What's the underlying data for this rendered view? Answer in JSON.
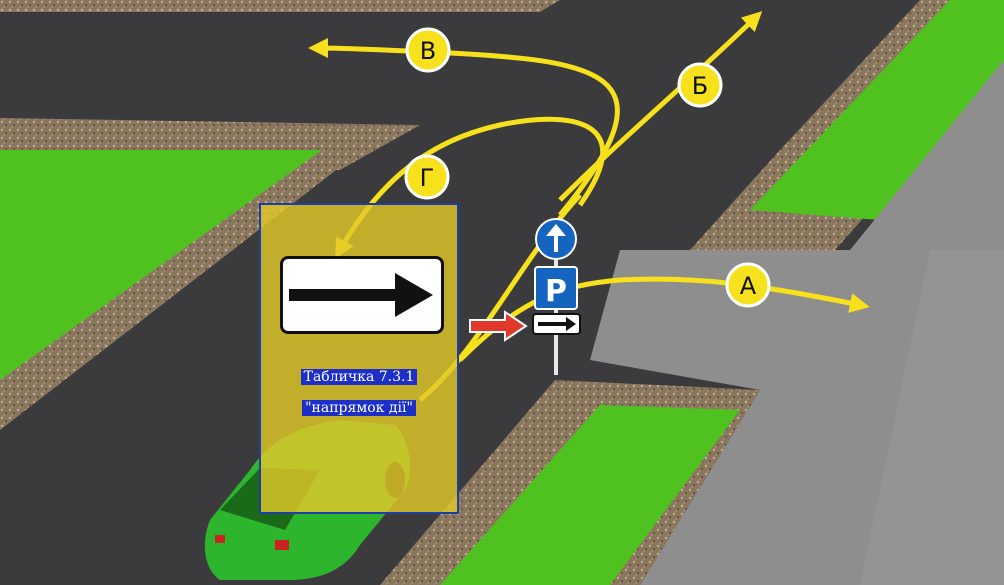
{
  "routes": [
    {
      "id": "A",
      "label": "А"
    },
    {
      "id": "B",
      "label": "Б"
    },
    {
      "id": "V",
      "label": "В"
    },
    {
      "id": "G",
      "label": "Г"
    }
  ],
  "panel": {
    "caption_line1": "Табличка 7.3.1",
    "caption_line2": "\"напрямок дії\""
  },
  "signs": {
    "top_sign": "straight-arrow-icon",
    "middle_sign_text": "P",
    "bottom_plate": "right-arrow-plate-icon"
  },
  "colors": {
    "asphalt": "#3b3b3d",
    "grass": "#4fc21f",
    "gravel": "#8a7760",
    "route_yellow": "#f7e11c",
    "pavement": "#8e8e8e",
    "sign_blue": "#1565c0",
    "car_green": "#2db52d",
    "red_arrow": "#e0392b"
  }
}
